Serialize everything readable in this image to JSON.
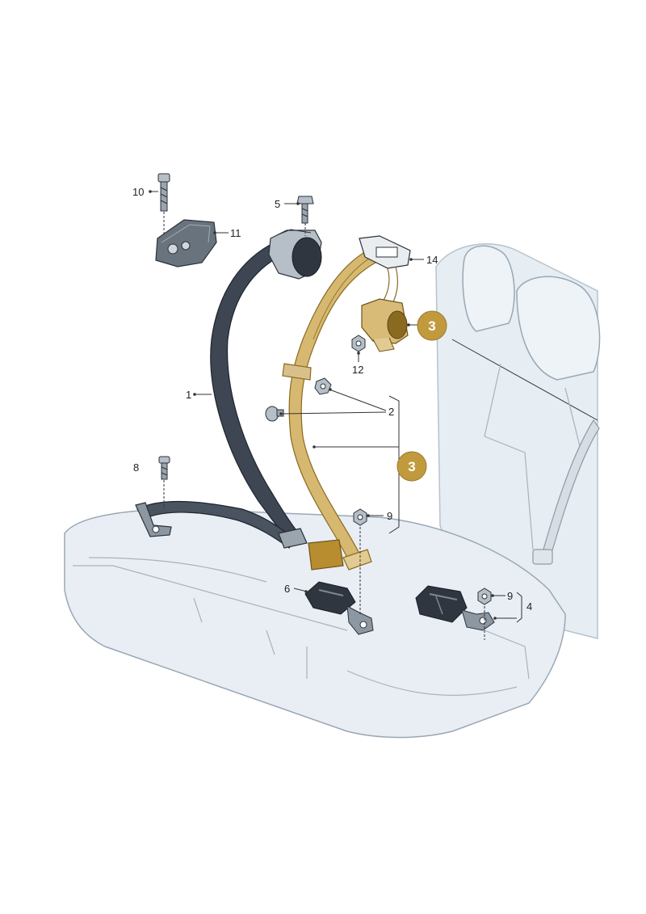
{
  "colors": {
    "seat_fill": "#e8eef4",
    "seat_outline": "#9aa8b4",
    "dark_belt": "#3d4652",
    "highlight_belt": "#c9a24a",
    "badge": "#c29a3e",
    "hardware": "#5a6470"
  },
  "labels": {
    "p1": "1",
    "p2": "2",
    "p3a": "3",
    "p3b": "3",
    "p4": "4",
    "p5": "5",
    "p6": "6",
    "p8": "8",
    "p9a": "9",
    "p9b": "9",
    "p10": "10",
    "p11": "11",
    "p12": "12",
    "p14": "14"
  }
}
